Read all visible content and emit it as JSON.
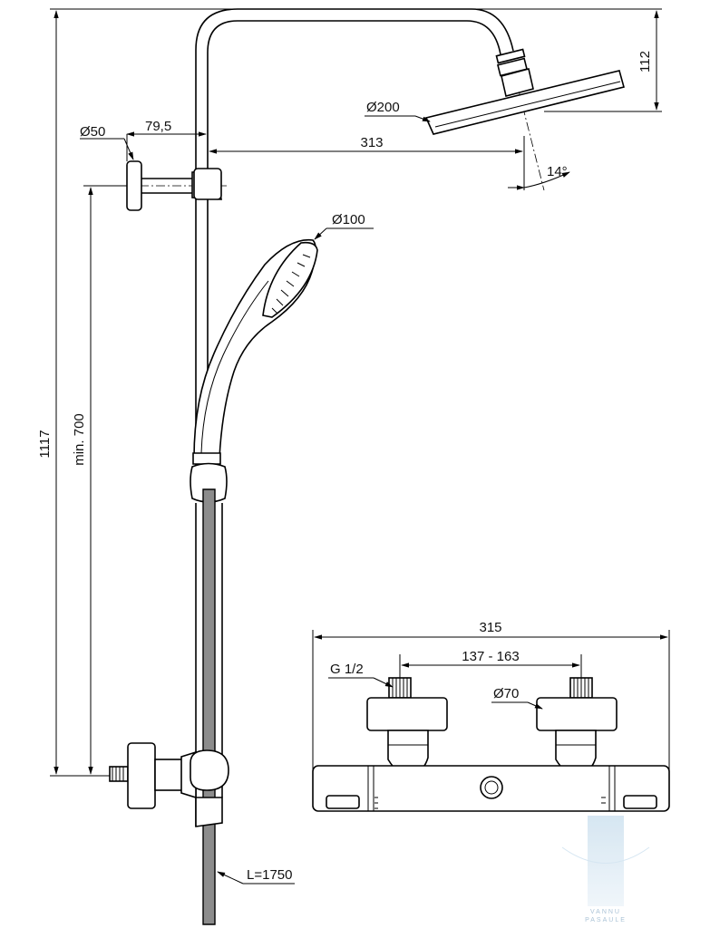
{
  "labels": {
    "head_diameter": "Ø200",
    "head_height": "112",
    "arm_length": "313",
    "head_angle": "14°",
    "bracket_diameter": "Ø50",
    "bracket_offset": "79,5",
    "handshower_diameter": "Ø100",
    "total_height": "1117",
    "min_height": "min. 700",
    "hose_length": "L=1750",
    "mixer_width": "315",
    "inlet_spacing": "137 - 163",
    "inlet_thread": "G 1/2",
    "eccentric_diameter": "Ø70"
  },
  "watermark": {
    "text": "VANNU\nPASAULE",
    "line1": "VANNU",
    "line2": "PASAULE"
  },
  "colors": {
    "line": "#000000",
    "hose": "#8c8c8c",
    "watermark": "#9bb8cf"
  }
}
